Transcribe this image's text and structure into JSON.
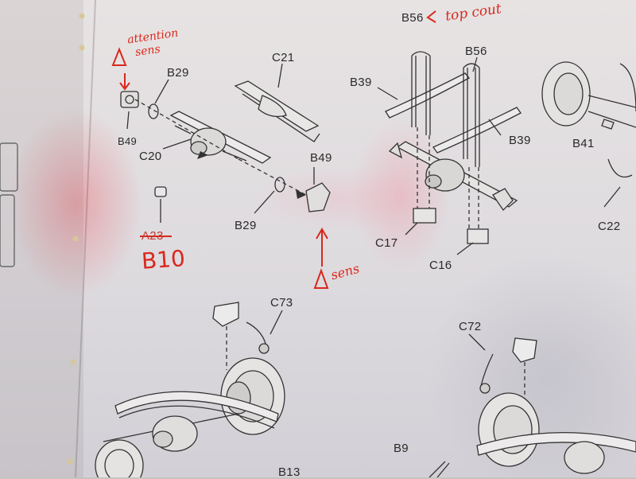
{
  "image": {
    "description_kind": "photo",
    "subject": "model-kit-instruction-sheet"
  },
  "labels": {
    "c21": "C21",
    "b29_top": "B29",
    "b49_left": "B49",
    "c20": "C20",
    "b49_right": "B49",
    "b29_bottom": "B29",
    "a23": "A23",
    "b39_left": "B39",
    "b56_left": "B56",
    "b56_right": "B56",
    "b39_right": "B39",
    "c17": "C17",
    "c16": "C16",
    "b41": "B41",
    "c22": "C22",
    "c73": "C73",
    "c72": "C72",
    "b9": "B9",
    "b13": "B13"
  },
  "handwritten_notes": {
    "attention_line1": "attention",
    "attention_line2": "sens",
    "sens": "sens",
    "b10": "B10",
    "top_cout": "top cout"
  },
  "colors": {
    "ink": "#2a2a2a",
    "annotation_red": "#d9281c",
    "pink_stain": "#e8788a",
    "paper": "#e7e3e3"
  }
}
